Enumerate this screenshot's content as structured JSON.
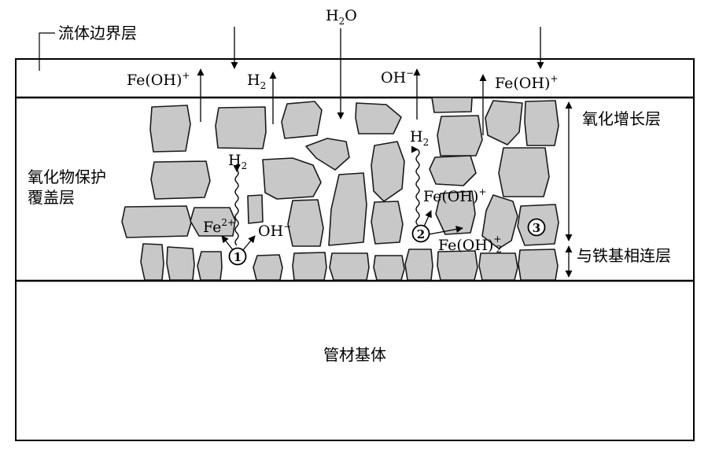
{
  "labels": {
    "fluid_boundary_layer": "流体边界层",
    "oxide_growth_layer": "氧化增长层",
    "protective_cover_layer_line1": "氧化物保护",
    "protective_cover_layer_line2": "覆盖层",
    "iron_connected_layer": "与铁基相连层",
    "pipe_substrate": "管材基体"
  },
  "species": {
    "h2o": {
      "main": "H",
      "sub": "2",
      "tail": "O"
    },
    "h2": {
      "main": "H",
      "sub": "2"
    },
    "feoh_plus": {
      "main": "Fe(OH)",
      "sup": "+"
    },
    "oh_minus": {
      "main": "OH",
      "sup": "−"
    },
    "fe2plus": {
      "main": "Fe",
      "sup": "2+"
    },
    "feoh2_plus": {
      "main": "Fe(OH)",
      "sub": "2",
      "sup": "+"
    }
  },
  "markers": [
    "1",
    "2",
    "3"
  ],
  "colors": {
    "grain_fill": "#c8c8c8",
    "line": "#000000",
    "background": "#ffffff"
  }
}
